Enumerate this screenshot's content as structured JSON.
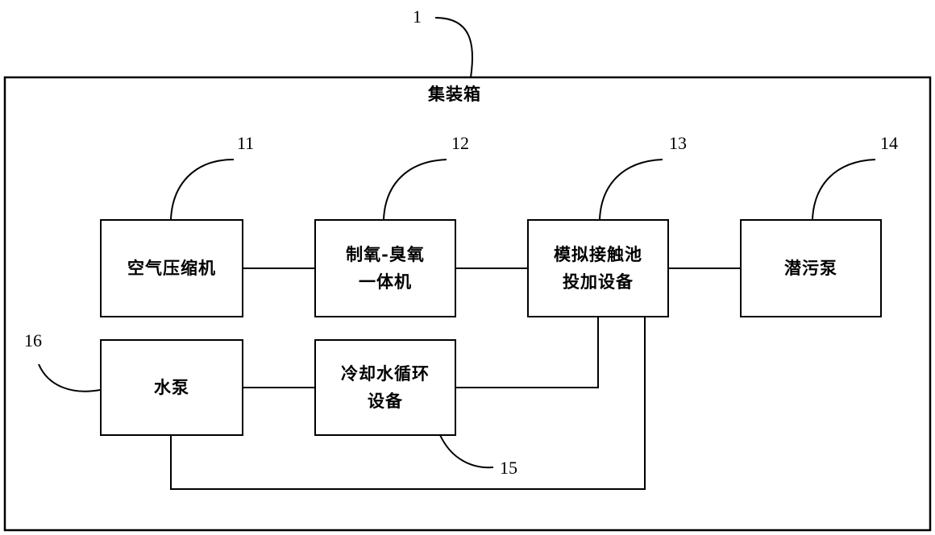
{
  "container": {
    "ref": "1",
    "label": "集装箱"
  },
  "blocks": {
    "air_compressor": {
      "ref": "11",
      "label": "空气压缩机"
    },
    "oxygen_ozone_machine": {
      "ref": "12",
      "label": "制氧-臭氧\n一体机"
    },
    "simulated_contact_tank": {
      "ref": "13",
      "label": "模拟接触池\n投加设备"
    },
    "sewage_pump": {
      "ref": "14",
      "label": "潜污泵"
    },
    "cooling_water_unit": {
      "ref": "15",
      "label": "冷却水循环\n设备"
    },
    "water_pump": {
      "ref": "16",
      "label": "水泵"
    }
  }
}
